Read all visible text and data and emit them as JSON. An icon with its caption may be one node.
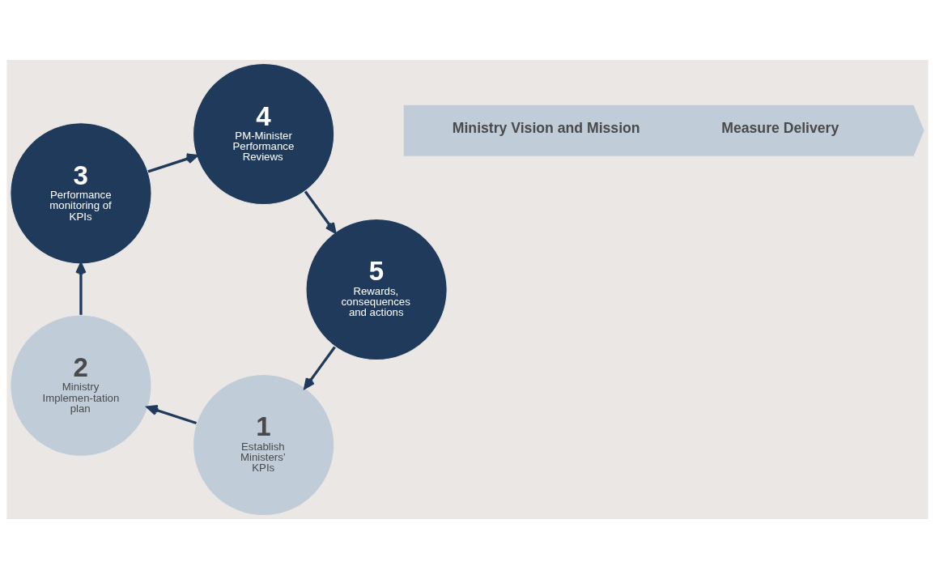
{
  "diagram": {
    "nodes": [
      {
        "text": [
          "Ministry Vision and Mission",
          "Measure Delivery"
        ]
      },
      {
        "text": [
          "1",
          "Establish Ministers’ KPIs"
        ]
      },
      {
        "text": [
          "2",
          "Ministry Implemen-tation plan"
        ]
      },
      {
        "text": [
          "3",
          "Performance monitoring of KPIs"
        ]
      },
      {
        "text": [
          "4",
          "PM-Minister Performance Reviews"
        ]
      },
      {
        "text": [
          "5",
          "Rewards, consequences and actions"
        ]
      }
    ],
    "edges": [
      {
        "from": 1,
        "to": 2,
        "arrow": "to"
      },
      {
        "from": 2,
        "to": 3,
        "arrow": "to"
      },
      {
        "from": 3,
        "to": 4,
        "arrow": "to"
      },
      {
        "from": 4,
        "to": 5,
        "arrow": "to"
      },
      {
        "from": 5,
        "to": 1,
        "arrow": "to"
      }
    ]
  }
}
